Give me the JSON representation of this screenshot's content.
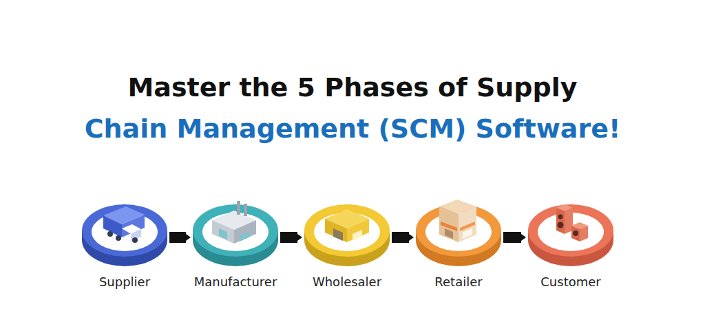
{
  "diagram": {
    "title": "Master the 5 Phases of Supply",
    "nodes": [
      {
        "text": [
          "Supplier"
        ]
      },
      {
        "text": [
          "Manufacturer"
        ]
      },
      {
        "text": [
          "Wholesaler"
        ]
      },
      {
        "text": [
          "Retailer"
        ]
      },
      {
        "text": [
          "Customer"
        ]
      }
    ],
    "edges": [
      {
        "from": 0,
        "to": 1,
        "arrow": "to"
      },
      {
        "from": 1,
        "to": 2,
        "arrow": "to"
      },
      {
        "from": 2,
        "to": 3,
        "arrow": "to"
      },
      {
        "from": 3,
        "to": 4,
        "arrow": "to"
      }
    ],
    "labels": [
      "Chain Management (SCM) Software!"
    ]
  }
}
